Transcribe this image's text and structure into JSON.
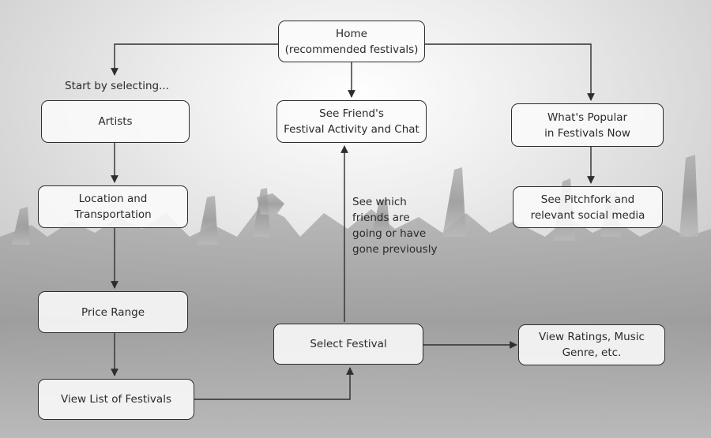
{
  "nodes": {
    "home": "Home\n(recommended festivals)",
    "artists": "Artists",
    "friends_activity": "See Friend's\nFestival Activity and Chat",
    "popular": "What's Popular\nin Festivals Now",
    "location": "Location and\nTransportation",
    "pitchfork": "See Pitchfork and\nrelevant social media",
    "price": "Price Range",
    "select_festival": "Select Festival",
    "ratings": "View Ratings, Music\nGenre, etc.",
    "view_list": "View List of Festivals"
  },
  "labels": {
    "start": "Start by selecting...",
    "friends_note": "See which\nfriends are\ngoing or have\ngone previously"
  },
  "colors": {
    "stroke": "#2e2e2e",
    "box_fill": "#fafafa",
    "background": "#cfcfcf",
    "crowd": "#9b9b9b",
    "glow": "#ffffff"
  }
}
